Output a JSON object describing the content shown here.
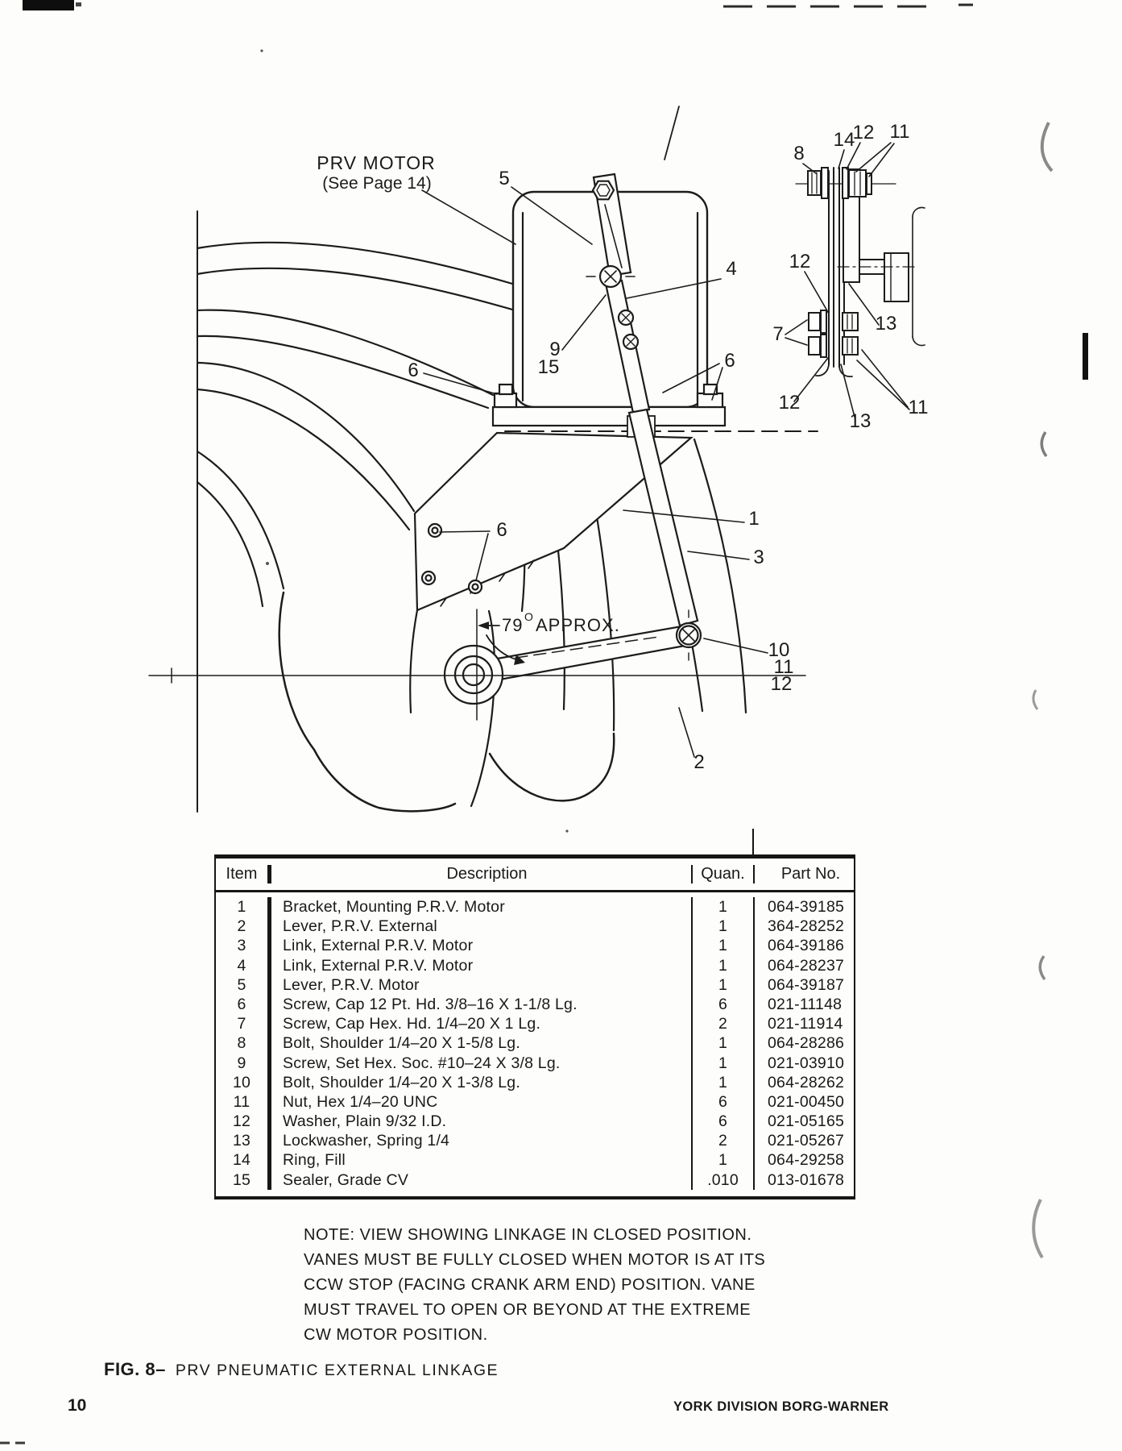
{
  "page": {
    "number": "10",
    "footer": "YORK DIVISION BORG-WARNER",
    "caption_prefix": "FIG. 8–",
    "caption_text": "PRV PNEUMATIC EXTERNAL LINKAGE"
  },
  "diagram": {
    "motor_label_1": "PRV MOTOR",
    "motor_label_2": "(See Page 14)",
    "angle": {
      "value": "79",
      "degree": "O",
      "suffix": "APPROX."
    },
    "callouts": [
      {
        "label": "5"
      },
      {
        "label": "4"
      },
      {
        "label": "9"
      },
      {
        "label": "15"
      },
      {
        "label": "6"
      },
      {
        "label": "6"
      },
      {
        "label": "6"
      },
      {
        "label": "1"
      },
      {
        "label": "3"
      },
      {
        "label": "10"
      },
      {
        "label": "11"
      },
      {
        "label": "12"
      },
      {
        "label": "2"
      },
      {
        "label": "8"
      },
      {
        "label": "14"
      },
      {
        "label": "12"
      },
      {
        "label": "11"
      },
      {
        "label": "12"
      },
      {
        "label": "7"
      },
      {
        "label": "13"
      },
      {
        "label": "12"
      },
      {
        "label": "13"
      },
      {
        "label": "11"
      }
    ]
  },
  "table": {
    "headers": {
      "item": "Item",
      "description": "Description",
      "quan": "Quan.",
      "part_no": "Part No."
    },
    "rows": [
      {
        "item": "1",
        "description": "Bracket, Mounting P.R.V. Motor",
        "quan": "1",
        "part_no": "064-39185"
      },
      {
        "item": "2",
        "description": "Lever, P.R.V. External",
        "quan": "1",
        "part_no": "364-28252"
      },
      {
        "item": "3",
        "description": "Link, External P.R.V. Motor",
        "quan": "1",
        "part_no": "064-39186"
      },
      {
        "item": "4",
        "description": "Link, External P.R.V. Motor",
        "quan": "1",
        "part_no": "064-28237"
      },
      {
        "item": "5",
        "description": "Lever, P.R.V. Motor",
        "quan": "1",
        "part_no": "064-39187"
      },
      {
        "item": "6",
        "description": "Screw, Cap 12 Pt. Hd. 3/8–16 X 1-1/8 Lg.",
        "quan": "6",
        "part_no": "021-11148"
      },
      {
        "item": "7",
        "description": "Screw, Cap Hex. Hd. 1/4–20 X 1 Lg.",
        "quan": "2",
        "part_no": "021-11914"
      },
      {
        "item": "8",
        "description": "Bolt, Shoulder 1/4–20 X 1-5/8 Lg.",
        "quan": "1",
        "part_no": "064-28286"
      },
      {
        "item": "9",
        "description": "Screw, Set Hex. Soc. #10–24 X 3/8 Lg.",
        "quan": "1",
        "part_no": "021-03910"
      },
      {
        "item": "10",
        "description": "Bolt, Shoulder 1/4–20 X 1-3/8 Lg.",
        "quan": "1",
        "part_no": "064-28262"
      },
      {
        "item": "11",
        "description": "Nut, Hex 1/4–20 UNC",
        "quan": "6",
        "part_no": "021-00450"
      },
      {
        "item": "12",
        "description": "Washer, Plain 9/32 I.D.",
        "quan": "6",
        "part_no": "021-05165"
      },
      {
        "item": "13",
        "description": "Lockwasher, Spring 1/4",
        "quan": "2",
        "part_no": "021-05267"
      },
      {
        "item": "14",
        "description": "Ring, Fill",
        "quan": "1",
        "part_no": "064-29258"
      },
      {
        "item": "15",
        "description": "Sealer, Grade CV",
        "quan": ".010",
        "part_no": "013-01678"
      }
    ]
  },
  "note": {
    "lines": [
      "NOTE: VIEW SHOWING LINKAGE IN CLOSED POSITION.",
      "VANES MUST BE FULLY CLOSED WHEN MOTOR IS AT ITS",
      "CCW STOP (FACING CRANK ARM END) POSITION. VANE",
      "MUST TRAVEL TO OPEN OR BEYOND AT THE EXTREME",
      "CW MOTOR POSITION."
    ]
  }
}
